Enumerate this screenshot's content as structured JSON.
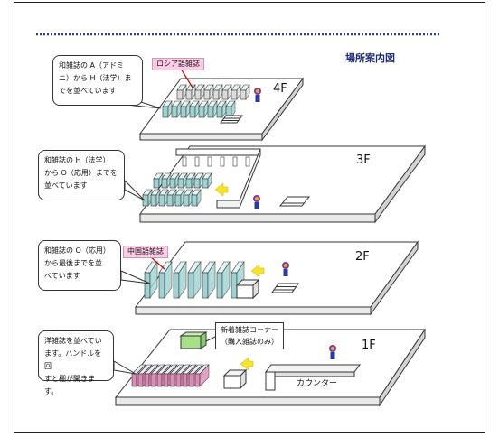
{
  "title": "場所案内図",
  "colors": {
    "stack_teal": "#9fd3d3",
    "stack_pink": "#e08ab8",
    "arrow_yellow": "#f6e32a",
    "tag_pink": "#ffcce8",
    "title_blue": "#1f2c7a",
    "dots": "#2d3a8c"
  },
  "floors": [
    {
      "label": "4F",
      "callout": [
        "和雑誌の A（アドミ",
        "ニ）から H（法学）ま",
        "でを並べています"
      ],
      "tag": "ロシア語雑誌"
    },
    {
      "label": "3F",
      "callout": [
        "和雑誌の H（法学）",
        "から O（応用）までを",
        "並べています"
      ]
    },
    {
      "label": "2F",
      "callout": [
        "和雑誌の O（応用）",
        "から最後までを並",
        "べています"
      ],
      "tag": "中国語雑誌"
    },
    {
      "label": "1F",
      "callout": [
        "洋雑誌を並べてい",
        "ます。ハンドルを回",
        "すと棚が開きます。"
      ],
      "new_box": [
        "新着雑誌コーナー",
        "（購入雑誌のみ）"
      ],
      "counter": "カウンター"
    }
  ]
}
